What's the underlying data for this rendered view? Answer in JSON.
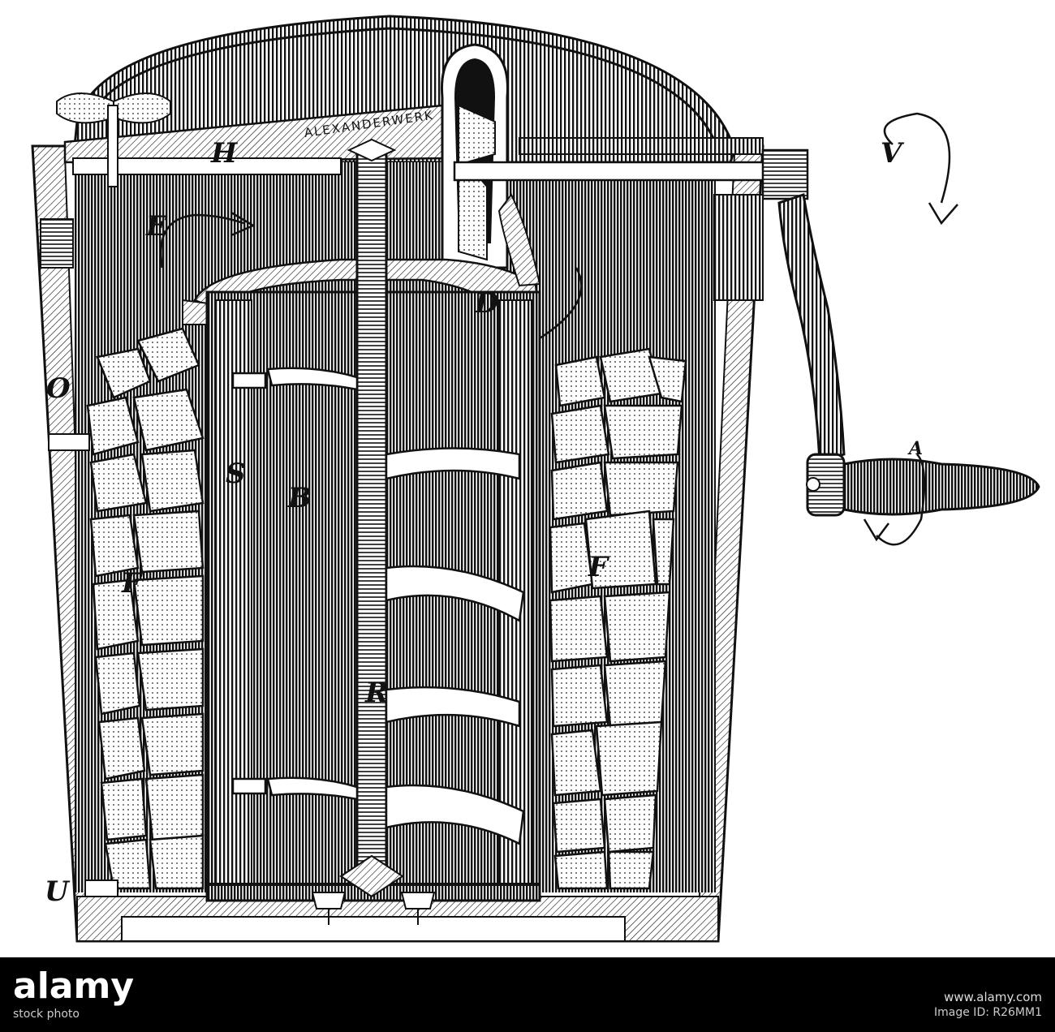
{
  "labels": {
    "H": "H",
    "E": "E",
    "D": "D",
    "O": "O",
    "S": "S",
    "B": "B",
    "F_left": "F",
    "F_right": "F",
    "R": "R",
    "U": "U",
    "V": "V",
    "A": "A"
  },
  "brand_text": "ALEXANDERWERK",
  "footer": {
    "logo_text": "alamy",
    "stock_photo_label": "stock photo",
    "image_id_label": "Image ID: R26MM1",
    "site": "www.alamy.com"
  },
  "colors": {
    "ink": "#111111",
    "paper": "#ffffff",
    "footer_bg": "#000000"
  }
}
